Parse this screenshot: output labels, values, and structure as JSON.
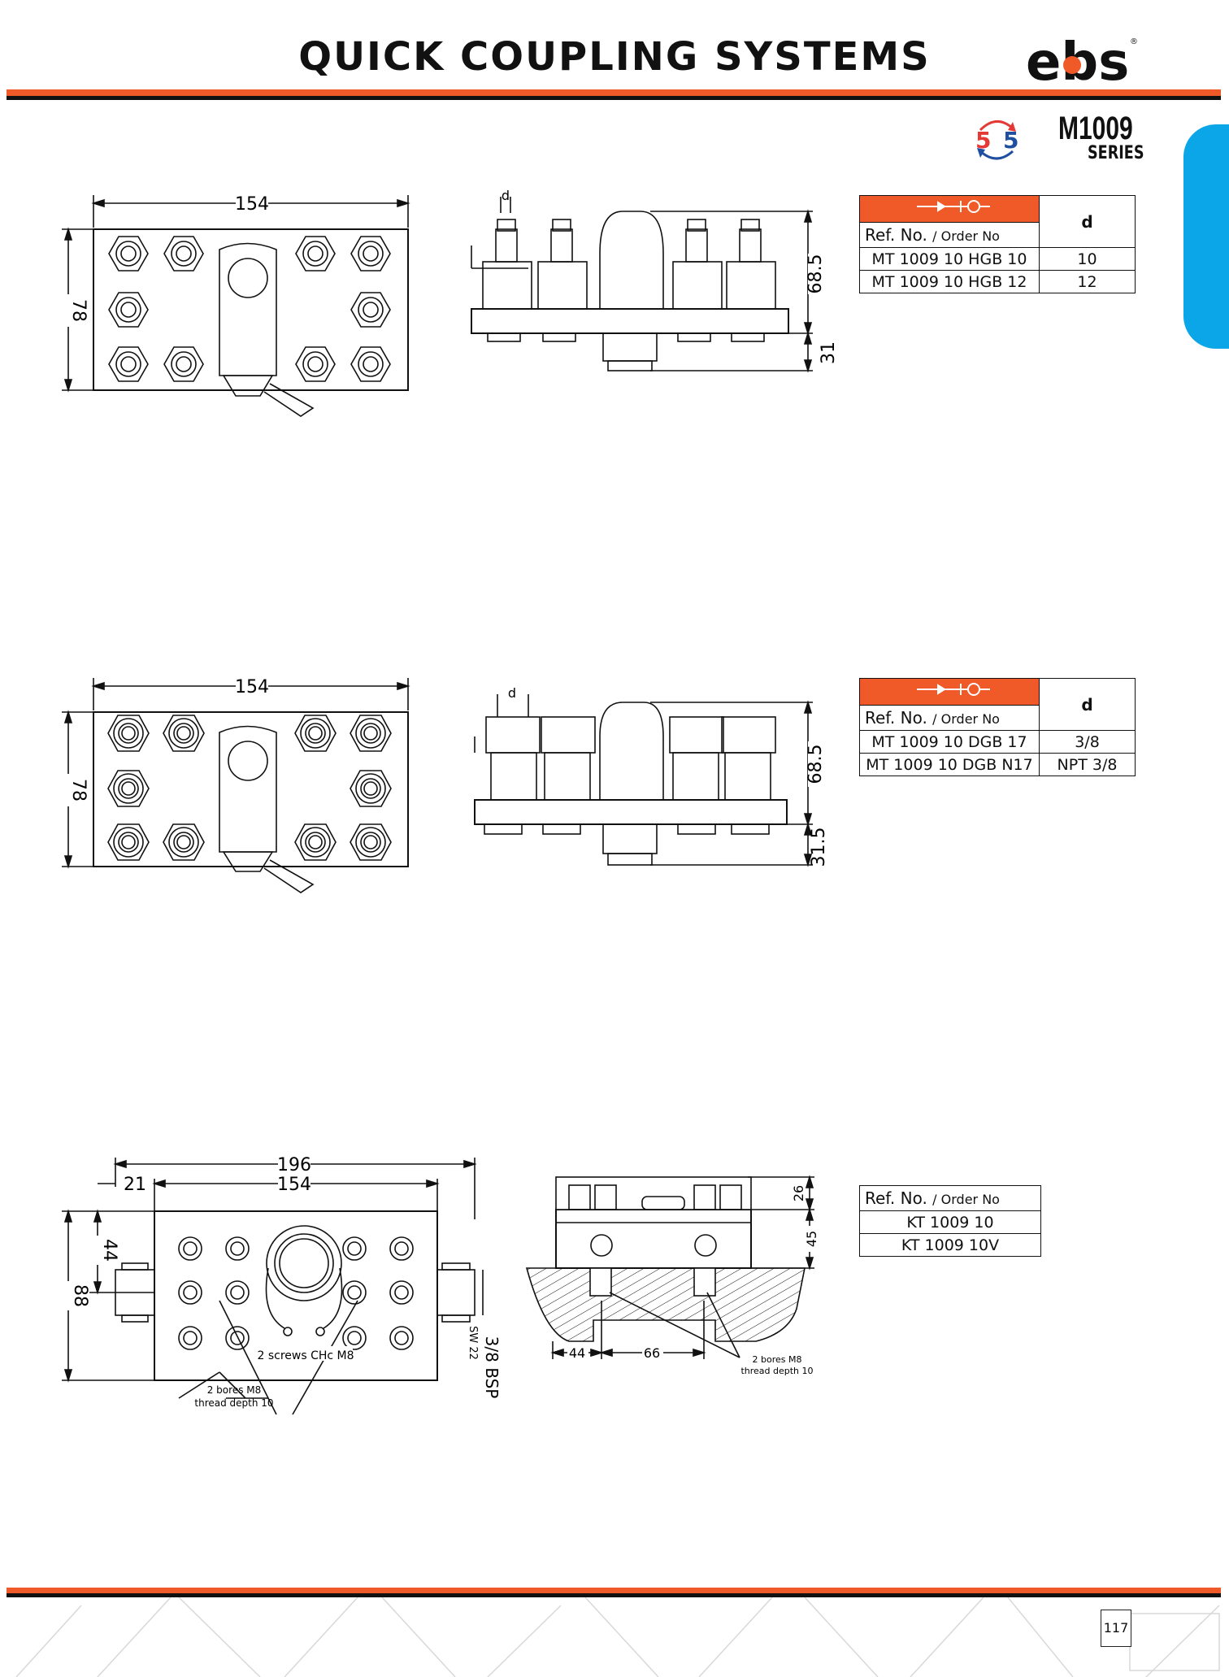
{
  "header": {
    "title": "QUICK COUPLING SYSTEMS",
    "logo_text": "ebs",
    "logo_mark": "®"
  },
  "series": {
    "code": "M1009",
    "label": "SERIES",
    "badge_left": "5",
    "badge_right": "5"
  },
  "table1": {
    "ref_label": "Ref. No.",
    "order_label": "/ Order No",
    "d_header": "d",
    "rows": [
      {
        "ref": "MT 1009 10 HGB 10",
        "d": "10"
      },
      {
        "ref": "MT 1009 10 HGB 12",
        "d": "12"
      }
    ]
  },
  "table2": {
    "ref_label": "Ref. No.",
    "order_label": "/ Order No",
    "d_header": "d",
    "rows": [
      {
        "ref": "MT 1009 10 DGB 17",
        "d": "3/8"
      },
      {
        "ref": "MT 1009 10 DGB N17",
        "d": "NPT 3/8"
      }
    ]
  },
  "table3": {
    "ref_label": "Ref. No.",
    "order_label": "/ Order No",
    "rows": [
      {
        "ref": "KT 1009 10"
      },
      {
        "ref": "KT 1009 10V"
      }
    ]
  },
  "drawing1": {
    "width": "154",
    "height": "78",
    "side_height": "68.5",
    "side_bottom": "31",
    "d_label": "d"
  },
  "drawing2": {
    "width": "154",
    "height": "78",
    "side_height": "68.5",
    "side_bottom": "31.5",
    "d_label": "d"
  },
  "drawing3": {
    "overall_width": "196",
    "width": "154",
    "offset": "21",
    "half_height": "44",
    "height": "88",
    "sw": "SW 22",
    "thread": "3/8 BSP",
    "screws": "2 screws CHc M8",
    "bores1": "2 bores M8",
    "bores2": "thread depth 10"
  },
  "drawing4": {
    "top": "26",
    "height": "45",
    "dim1": "44",
    "dim2": "66",
    "bores1": "2 bores M8",
    "bores2": "thread depth 10"
  },
  "page": {
    "number": "117"
  },
  "colors": {
    "accent": "#f05a28",
    "blue": "#0aa6e8",
    "dark": "#111111"
  }
}
